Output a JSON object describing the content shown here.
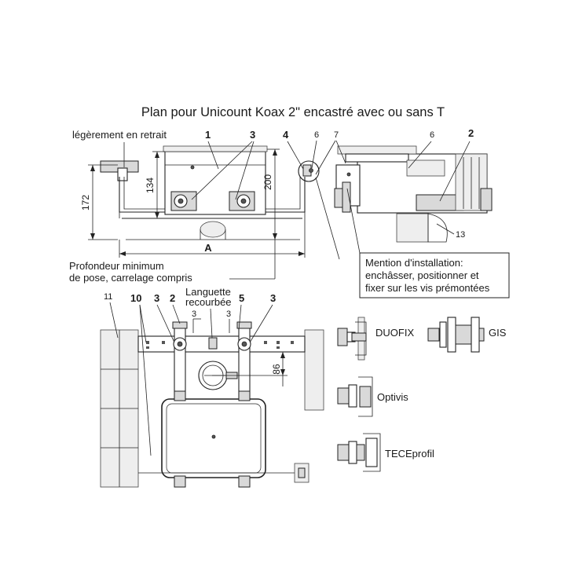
{
  "title": "Plan pour Unicount Koax 2\" encastré avec ou sans T",
  "labels": {
    "retrait": "légèrement en retrait",
    "profondeur_line1": "Profondeur minimum",
    "profondeur_line2": "de pose, carrelage compris",
    "mention_line1": "Mention d'installation:",
    "mention_line2": "enchâsser, positionner et",
    "mention_line3": "fixer sur les vis prémontées",
    "languette_line1": "Languette",
    "languette_line2": "recourbée",
    "duofix": "DUOFIX",
    "gis": "GIS",
    "optivis": "Optivis",
    "teceprofil": "TECEprofil"
  },
  "dimensions": {
    "d172": "172",
    "d134": "134",
    "d200": "200",
    "dA": "A",
    "d86": "86",
    "d3a": "3",
    "d3b": "3"
  },
  "callouts": {
    "top_1": "1",
    "top_3": "3",
    "top_4": "4",
    "top_6a": "6",
    "top_7": "7",
    "top_6b": "6",
    "top_2": "2",
    "top_13": "13",
    "bot_11": "11",
    "bot_10": "10",
    "bot_3a": "3",
    "bot_2": "2",
    "bot_5": "5",
    "bot_3b": "3"
  }
}
